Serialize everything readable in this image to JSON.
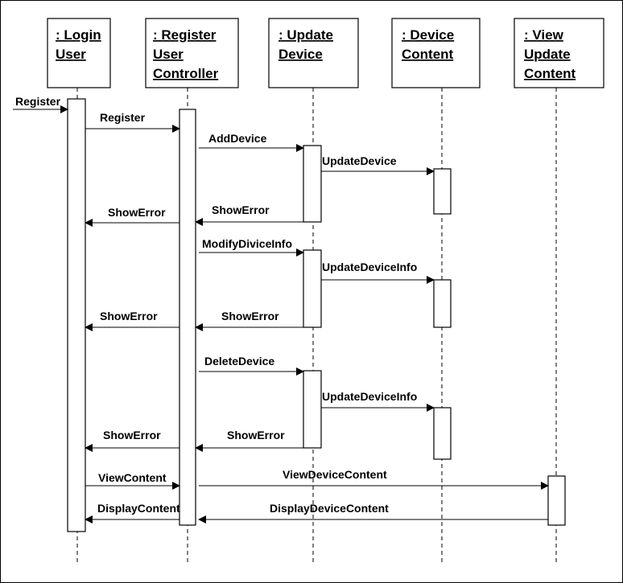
{
  "objects": [
    {
      "lines": [
        ": Login",
        "User"
      ]
    },
    {
      "lines": [
        ": Register",
        "User",
        "Controller"
      ]
    },
    {
      "lines": [
        ": Update",
        "Device"
      ]
    },
    {
      "lines": [
        ": Device",
        "Content"
      ]
    },
    {
      "lines": [
        ": View",
        "Update",
        "Content"
      ]
    }
  ],
  "messages": [
    {
      "label": "Register",
      "from": "external",
      "to": 0
    },
    {
      "label": "Register",
      "from": 0,
      "to": 1
    },
    {
      "label": "AddDevice",
      "from": 1,
      "to": 2
    },
    {
      "label": "UpdateDevice",
      "from": 2,
      "to": 3
    },
    {
      "label": "ShowError",
      "from": 2,
      "to": 1
    },
    {
      "label": "ShowError",
      "from": 1,
      "to": 0
    },
    {
      "label": "ModifyDiviceInfo",
      "from": 1,
      "to": 2
    },
    {
      "label": "UpdateDeviceInfo",
      "from": 2,
      "to": 3
    },
    {
      "label": "ShowError",
      "from": 2,
      "to": 1
    },
    {
      "label": "ShowError",
      "from": 1,
      "to": 0
    },
    {
      "label": "DeleteDevice",
      "from": 1,
      "to": 2
    },
    {
      "label": "UpdateDeviceInfo",
      "from": 2,
      "to": 3
    },
    {
      "label": "ShowError",
      "from": 2,
      "to": 1
    },
    {
      "label": "ShowError",
      "from": 1,
      "to": 0
    },
    {
      "label": "ViewContent",
      "from": 0,
      "to": 1
    },
    {
      "label": "ViewDeviceContent",
      "from": 1,
      "to": 4
    },
    {
      "label": "DisplayDeviceContent",
      "from": 4,
      "to": 1
    },
    {
      "label": "DisplayContent",
      "from": 1,
      "to": 0
    }
  ]
}
